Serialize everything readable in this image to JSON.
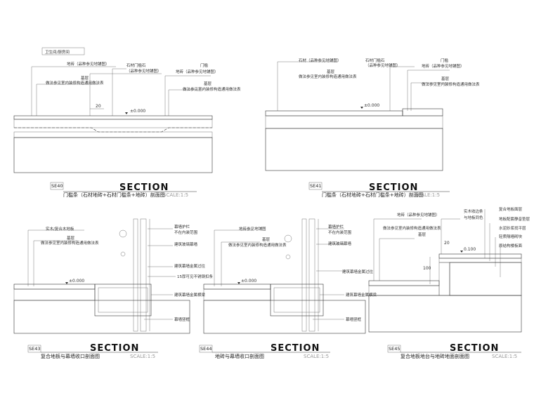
{
  "d40": {
    "room_label": "卫生间/厨房间",
    "labels": [
      "地砖（品种参见地铺图）",
      "石材门槛石",
      "（品种参见地铺图）",
      "门槛",
      "地砖（品种参见地铺图）",
      "基层",
      "做法参见室内装修构造通用做法表",
      "基层",
      "做法参见室内装修构造通用做法表"
    ],
    "dim": "20",
    "level": "±0.000",
    "code": "SE40",
    "section": "SECTION",
    "title": "门槛条（石材地砖+石材门槛条+地砖）剖面图",
    "scale": "SCALE:1:5"
  },
  "d41": {
    "labels": [
      "石材（品种参见地铺图）",
      "石材门槛石",
      "（品种参见地铺图）",
      "门槛",
      "地砖（品种参见地铺图）",
      "基层",
      "做法参见室内装修构造通用做法表",
      "基层",
      "做法参见室内装修构造通用做法表"
    ],
    "level": "±0.000",
    "code": "SE41",
    "section": "SECTION",
    "title": "门槛条（石材地砖+石材门槛条+地砖）剖面图",
    "scale": "SCALE:1:5"
  },
  "d43": {
    "labels_left": [
      "实木/复合木地板",
      "基层",
      "做法参见室内装修构造通用做法表"
    ],
    "labels_right": [
      "幕墙护栏",
      "不在内装范围",
      "建筑玻璃幕墙",
      "建筑幕墙金属过往",
      "15厚可见不锈钢扣条",
      "建筑幕墙金属横梁",
      "幕墙竖框"
    ],
    "level": "±0.000",
    "code": "SE43",
    "section": "SECTION",
    "title": "复合地板与幕墙收口剖面图",
    "scale": "SCALE:1:5"
  },
  "d44": {
    "labels_left": [
      "地砖参见地铺图",
      "基层",
      "做法参见室内装修构造通用做法表"
    ],
    "labels_right": [
      "幕墙护栏",
      "不在内装范围",
      "建筑玻璃幕墙",
      "建筑幕墙金属过往",
      "建筑幕墙金属横梁",
      "幕墙竖框"
    ],
    "level": "±0.000",
    "code": "SE44",
    "section": "SECTION",
    "title": "地砖与幕墙收口剖面图",
    "scale": "SCALE:1:5"
  },
  "d45": {
    "labels_left": [
      "地砖（品种参见地铺图）",
      "基层",
      "做法参见室内装修构造通用做法表"
    ],
    "labels_mid": [
      "实木收边条",
      "与地板同色"
    ],
    "labels_right": [
      "复合地板面层",
      "地板配套静音垫层",
      "水泥砂浆找平层",
      "轻质隔墙砌块",
      "原结构楼板面"
    ],
    "dims": [
      "20",
      "100"
    ],
    "level": "0.100",
    "code": "SE45",
    "section": "SECTION",
    "title": "复合地板地台与地砖地面剖面图",
    "scale": "SCALE:1:5"
  }
}
